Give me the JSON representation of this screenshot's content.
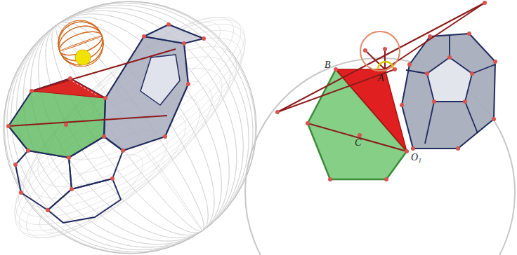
{
  "diagram": {
    "labels": [
      "B",
      "A",
      "C",
      "O₁"
    ]
  }
}
